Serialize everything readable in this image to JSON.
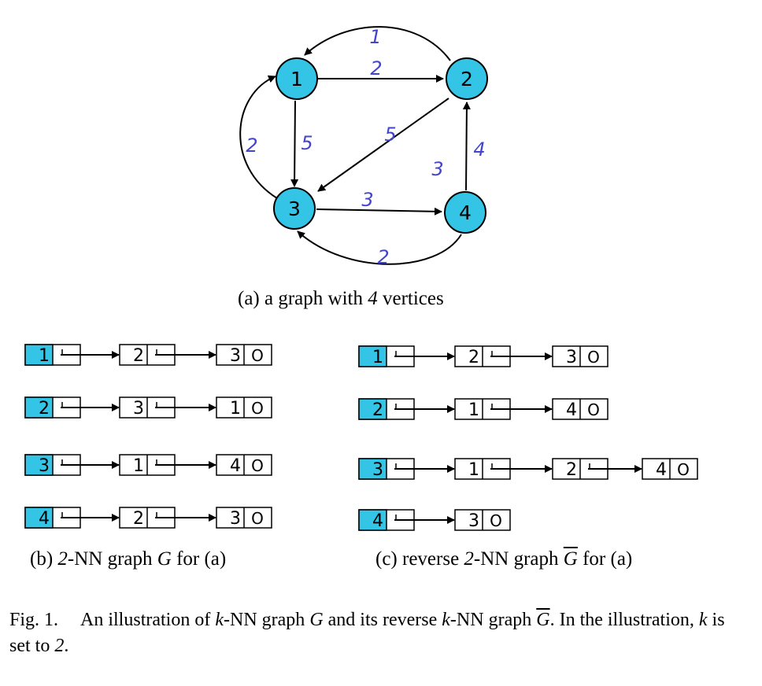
{
  "graph": {
    "vertices": [
      {
        "id": "1",
        "label": "1"
      },
      {
        "id": "2",
        "label": "2"
      },
      {
        "id": "3",
        "label": "3"
      },
      {
        "id": "4",
        "label": "4"
      }
    ],
    "edges": [
      {
        "from": "2",
        "to": "1",
        "weight": "1"
      },
      {
        "from": "1",
        "to": "2",
        "weight": "2"
      },
      {
        "from": "3",
        "to": "1",
        "weight": "2"
      },
      {
        "from": "1",
        "to": "3",
        "weight": "5"
      },
      {
        "from": "2",
        "to": "3",
        "weight": "5"
      },
      {
        "from": "4",
        "to": "2",
        "weight": "4"
      },
      {
        "from": "4",
        "to": "3",
        "weight": "3"
      },
      {
        "from": "3",
        "to": "4",
        "weight": "3"
      },
      {
        "from": "4",
        "to": "3",
        "weight": "2"
      }
    ],
    "node_color": "#33c4e6",
    "weight_color": "#4444cc"
  },
  "knn_lists": [
    {
      "head": "1",
      "entries": [
        "2",
        "3"
      ]
    },
    {
      "head": "2",
      "entries": [
        "3",
        "1"
      ]
    },
    {
      "head": "3",
      "entries": [
        "1",
        "4"
      ]
    },
    {
      "head": "4",
      "entries": [
        "2",
        "3"
      ]
    }
  ],
  "reverse_knn_lists": [
    {
      "head": "1",
      "entries": [
        "2",
        "3"
      ]
    },
    {
      "head": "2",
      "entries": [
        "1",
        "4"
      ]
    },
    {
      "head": "3",
      "entries": [
        "1",
        "2",
        "4"
      ]
    },
    {
      "head": "4",
      "entries": [
        "3"
      ]
    }
  ],
  "null_marker": "O",
  "captions": {
    "a": {
      "prefix": "(a) a graph with ",
      "num": "4",
      "suffix": " vertices"
    },
    "b": {
      "prefix": "(b) ",
      "num": "2",
      "mid": "-NN graph ",
      "sym": "G",
      "suffix": " for (a)"
    },
    "c": {
      "prefix": "(c) reverse ",
      "num": "2",
      "mid": "-NN graph ",
      "sym": "G",
      "suffix": " for (a)"
    }
  },
  "figure_caption": {
    "label": "Fig. 1.",
    "t1": "An illustration of ",
    "k1": "k",
    "t2": "-NN graph ",
    "g1": "G",
    "t3": " and its reverse ",
    "k2": "k",
    "t4": "-NN graph ",
    "g2": "G",
    "t5": ". In the illustration, ",
    "k3": "k",
    "t6": " is set to ",
    "kval": "2",
    "t7": "."
  }
}
